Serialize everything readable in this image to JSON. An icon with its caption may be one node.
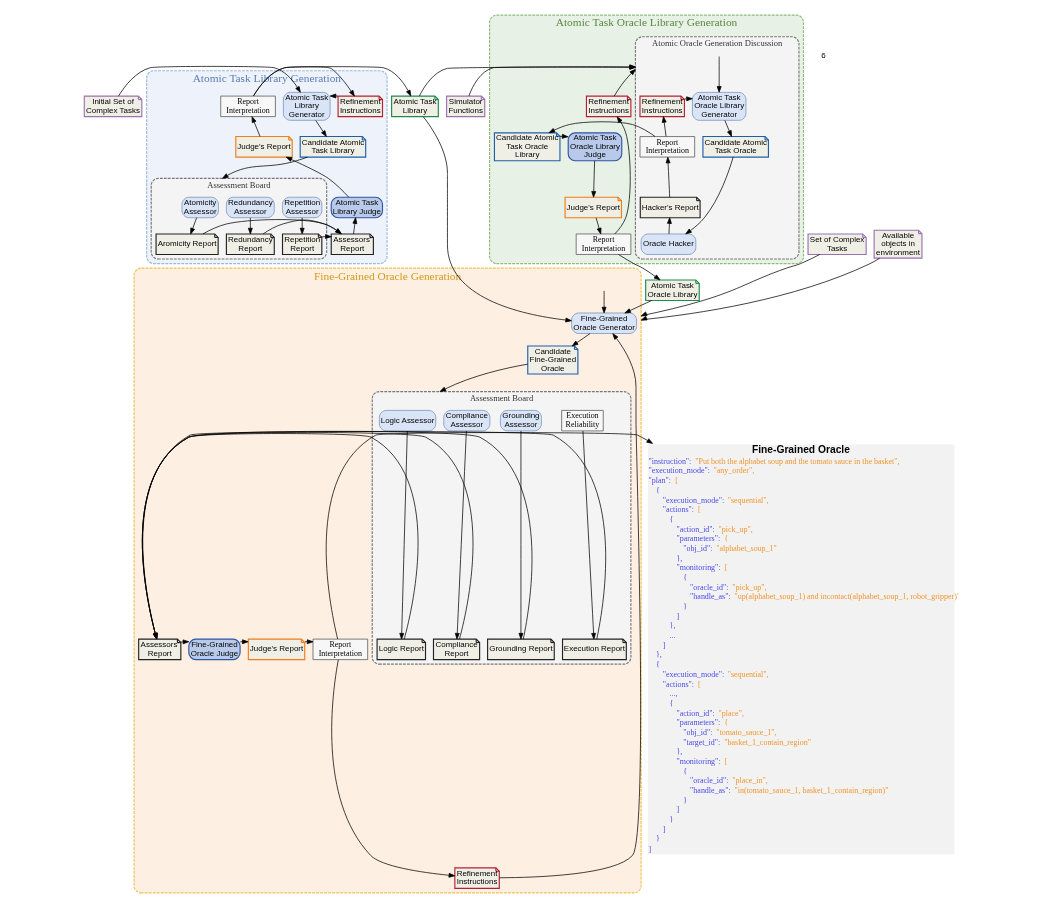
{
  "diagram": {
    "nodes": [
      {
        "text": [
          "Initial Set of Complex Tasks"
        ]
      },
      {
        "text": [
          "Atomic Task Library Generation"
        ]
      },
      {
        "text": [
          "Atomic Task Library Generator"
        ],
        "in": 1
      },
      {
        "text": [
          "Refinement Instructions"
        ],
        "in": 1
      },
      {
        "text": [
          "Report Interpretation"
        ],
        "in": 1
      },
      {
        "text": [
          "Candidate Atomic Task Library"
        ],
        "in": 1
      },
      {
        "text": [
          "Assessment Board"
        ],
        "in": 1
      },
      {
        "text": [
          "Atomicity Assessor"
        ],
        "in": 6
      },
      {
        "text": [
          "Redundancy Assessor"
        ],
        "in": 6
      },
      {
        "text": [
          "Repetition Assessor"
        ],
        "in": 6
      },
      {
        "text": [
          "Aromicity Report"
        ],
        "in": 6
      },
      {
        "text": [
          "Redundancy Report"
        ],
        "in": 6
      },
      {
        "text": [
          "Repetition Report"
        ],
        "in": 6
      },
      {
        "text": [
          "Judge's Report"
        ],
        "in": 1
      },
      {
        "text": [
          "Atomic Task Library Judge"
        ],
        "in": 1
      },
      {
        "text": [
          "Assessors' Report"
        ],
        "in": 1
      },
      {
        "text": [
          "Atomic Task Library"
        ]
      },
      {
        "text": [
          "Simulator Functions"
        ]
      },
      {
        "text": [
          "Atomic Task Oracle Library Generation"
        ]
      },
      {
        "text": [
          "Atomic Oracle Generation Discussion"
        ],
        "in": 18
      },
      {
        "text": [
          "Atomic Task Oracle Library Generator"
        ],
        "in": 19
      },
      {
        "text": [
          "Refinement Instructions"
        ],
        "in": 19
      },
      {
        "text": [
          "Report Interpretation"
        ],
        "in": 19
      },
      {
        "text": [
          "Candidate Atomic Task Oracle"
        ],
        "in": 19
      },
      {
        "text": [
          "Hacker's Report"
        ],
        "in": 19
      },
      {
        "text": [
          "Oracle Hacker"
        ],
        "in": 19
      },
      {
        "text": [
          "Refinement Instructions"
        ],
        "in": 18
      },
      {
        "text": [
          "Candidate Atomic Task Oracle Library"
        ],
        "in": 18
      },
      {
        "text": [
          "Atomic Task Oracle Library Judge"
        ],
        "in": 18
      },
      {
        "text": [
          "Judge's Report"
        ],
        "in": 18
      },
      {
        "text": [
          "Report Interpretation"
        ],
        "in": 18
      },
      {
        "text": [
          "Atomic Task Oracle Library"
        ]
      },
      {
        "text": [
          "Set of Complex Tasks"
        ]
      },
      {
        "text": [
          "Available objects in environment"
        ]
      },
      {
        "text": [
          "Fine-Grained Oracle Generation"
        ]
      },
      {
        "text": [
          "Fine-Grained Oracle Generator"
        ],
        "in": 34
      },
      {
        "text": [
          "Candidate Fine-Grained Oracle"
        ],
        "in": 34
      },
      {
        "text": [
          "Assessment Board"
        ],
        "in": 34
      },
      {
        "text": [
          "Logic Assessor"
        ],
        "in": 37
      },
      {
        "text": [
          "Logic Report"
        ],
        "in": 37
      },
      {
        "text": [
          "Compliance Assessor"
        ],
        "in": 37
      },
      {
        "text": [
          "Compliance Report"
        ],
        "in": 37
      },
      {
        "text": [
          "Grounding Assessor"
        ],
        "in": 37
      },
      {
        "text": [
          "Grounding Report"
        ],
        "in": 37
      },
      {
        "text": [
          "Execution Reliability"
        ],
        "in": 37
      },
      {
        "text": [
          "Execution Report"
        ],
        "in": 37
      },
      {
        "text": [
          "Assessors' Report"
        ],
        "in": 34
      },
      {
        "text": [
          "Fine-Grained Oracle Judge"
        ],
        "in": 34
      },
      {
        "text": [
          "Judge's Report"
        ],
        "in": 34
      },
      {
        "text": [
          "Report Interpretation"
        ],
        "in": 34
      },
      {
        "text": [
          "Refinement Instructions"
        ],
        "in": 34
      },
      {
        "text": [
          "Fine-Grained Oracle",
          "\"instruction\": \"Put both the alphabet soup and the tomato sauce in the basket\",",
          "\"execution_mode\": \"any_order\",",
          "\"plan\": [",
          "{",
          "\"execution_mode\": \"sequential\",",
          "\"actions\": [",
          "{",
          "\"action_id\": \"pick_up\",",
          "\"parameters\": {",
          "\"obj_id\": \"alphabet_soup_1\"",
          "},",
          "\"monitoring\": [",
          "{",
          "\"oracle_id\": \"pick_up\",",
          "\"handle_as\": \"up(alphabet_soup_1) and incontact(alphabet_soup_1, robot_gripper)\"",
          "}",
          "]",
          "},",
          "...",
          "]",
          "},",
          "{",
          "\"execution_mode\": \"sequential\",",
          "\"actions\": [",
          "...,",
          "{",
          "\"action_id\": \"place\",",
          "\"parameters\": {",
          "\"obj_id\": \"tomato_sauce_1\",",
          "\"target_id\": \"basket_1_contain_region\"",
          "},",
          "\"monitoring\": [",
          "{",
          "\"oracle_id\": \"place_in\",",
          "\"handle_as\": \"in(tomato_sauce_1, basket_1_contain_region)\"",
          "}",
          "]",
          "}",
          "]",
          "}",
          "]"
        ]
      }
    ],
    "edges": [
      {
        "from": 0,
        "to": 2,
        "arrow": "to"
      },
      {
        "from": 3,
        "to": 2,
        "arrow": "to"
      },
      {
        "from": 4,
        "to": 3,
        "arrow": "to"
      },
      {
        "from": 4,
        "to": 16,
        "arrow": "to"
      },
      {
        "from": 2,
        "to": 5,
        "arrow": "to"
      },
      {
        "from": 5,
        "to": 6,
        "arrow": "to"
      },
      {
        "from": 7,
        "to": 10,
        "arrow": "to"
      },
      {
        "from": 8,
        "to": 11,
        "arrow": "to"
      },
      {
        "from": 9,
        "to": 12,
        "arrow": "to"
      },
      {
        "from": 10,
        "to": 15,
        "arrow": "to"
      },
      {
        "from": 11,
        "to": 15,
        "arrow": "to"
      },
      {
        "from": 12,
        "to": 15,
        "arrow": "to"
      },
      {
        "from": 15,
        "to": 14,
        "arrow": "to"
      },
      {
        "from": 14,
        "to": 13,
        "arrow": "to"
      },
      {
        "from": 13,
        "to": 4,
        "arrow": "to"
      },
      {
        "from": 16,
        "to": 19,
        "arrow": "to"
      },
      {
        "from": 17,
        "to": 19,
        "arrow": "to"
      },
      {
        "from": null,
        "to": 20,
        "arrow": "to"
      },
      {
        "from": 21,
        "to": 20,
        "arrow": "to"
      },
      {
        "from": 22,
        "to": 21,
        "arrow": "to"
      },
      {
        "from": 20,
        "to": 23,
        "arrow": "to"
      },
      {
        "from": 23,
        "to": 25,
        "arrow": "to"
      },
      {
        "from": 25,
        "to": 24,
        "arrow": "to"
      },
      {
        "from": 24,
        "to": 22,
        "arrow": "to"
      },
      {
        "from": 22,
        "to": 27,
        "arrow": "to"
      },
      {
        "from": 27,
        "to": 28,
        "arrow": "to"
      },
      {
        "from": 28,
        "to": 29,
        "arrow": "to"
      },
      {
        "from": 29,
        "to": 30,
        "arrow": "to"
      },
      {
        "from": 30,
        "to": 26,
        "arrow": "to"
      },
      {
        "from": 26,
        "to": 19,
        "arrow": "to"
      },
      {
        "from": 30,
        "to": 31,
        "arrow": "to"
      },
      {
        "from": 16,
        "to": 35,
        "arrow": "to"
      },
      {
        "from": 31,
        "to": 35,
        "arrow": "to"
      },
      {
        "from": 32,
        "to": 34,
        "arrow": "to"
      },
      {
        "from": 33,
        "to": 34,
        "arrow": "to"
      },
      {
        "from": null,
        "to": 35,
        "arrow": "to"
      },
      {
        "from": 35,
        "to": 36,
        "arrow": "to"
      },
      {
        "from": 36,
        "to": 37,
        "arrow": "to"
      },
      {
        "from": 38,
        "to": 39,
        "arrow": "to"
      },
      {
        "from": 40,
        "to": 41,
        "arrow": "to"
      },
      {
        "from": 42,
        "to": 43,
        "arrow": "to"
      },
      {
        "from": 44,
        "to": 45,
        "arrow": "to"
      },
      {
        "from": 39,
        "to": 46,
        "arrow": "to"
      },
      {
        "from": 41,
        "to": 46,
        "arrow": "to"
      },
      {
        "from": 43,
        "to": 46,
        "arrow": "to"
      },
      {
        "from": 45,
        "to": 46,
        "arrow": "to"
      },
      {
        "from": 46,
        "to": 47,
        "arrow": "to"
      },
      {
        "from": 47,
        "to": 48,
        "arrow": "to"
      },
      {
        "from": 48,
        "to": 49,
        "arrow": "to"
      },
      {
        "from": 49,
        "to": 51,
        "arrow": "to"
      },
      {
        "from": 49,
        "to": 50,
        "arrow": "to"
      },
      {
        "from": 50,
        "to": 35,
        "arrow": "to"
      }
    ],
    "labels": [
      "6"
    ]
  }
}
